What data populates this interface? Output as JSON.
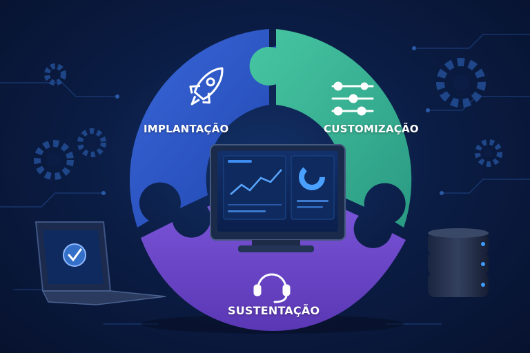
{
  "segments": {
    "implantacao": {
      "label": "IMPLANTAÇÃO",
      "icon": "rocket-icon",
      "color": "#2b58c8"
    },
    "customizacao": {
      "label": "CUSTOMIZAÇÃO",
      "icon": "sliders-icon",
      "color": "#3bb394"
    },
    "sustentacao": {
      "label": "SUSTENTAÇÃO",
      "icon": "headset-icon",
      "color": "#6a44c4"
    }
  },
  "background": {
    "color": "#0b1d45",
    "accent": "#1e3f7a"
  }
}
